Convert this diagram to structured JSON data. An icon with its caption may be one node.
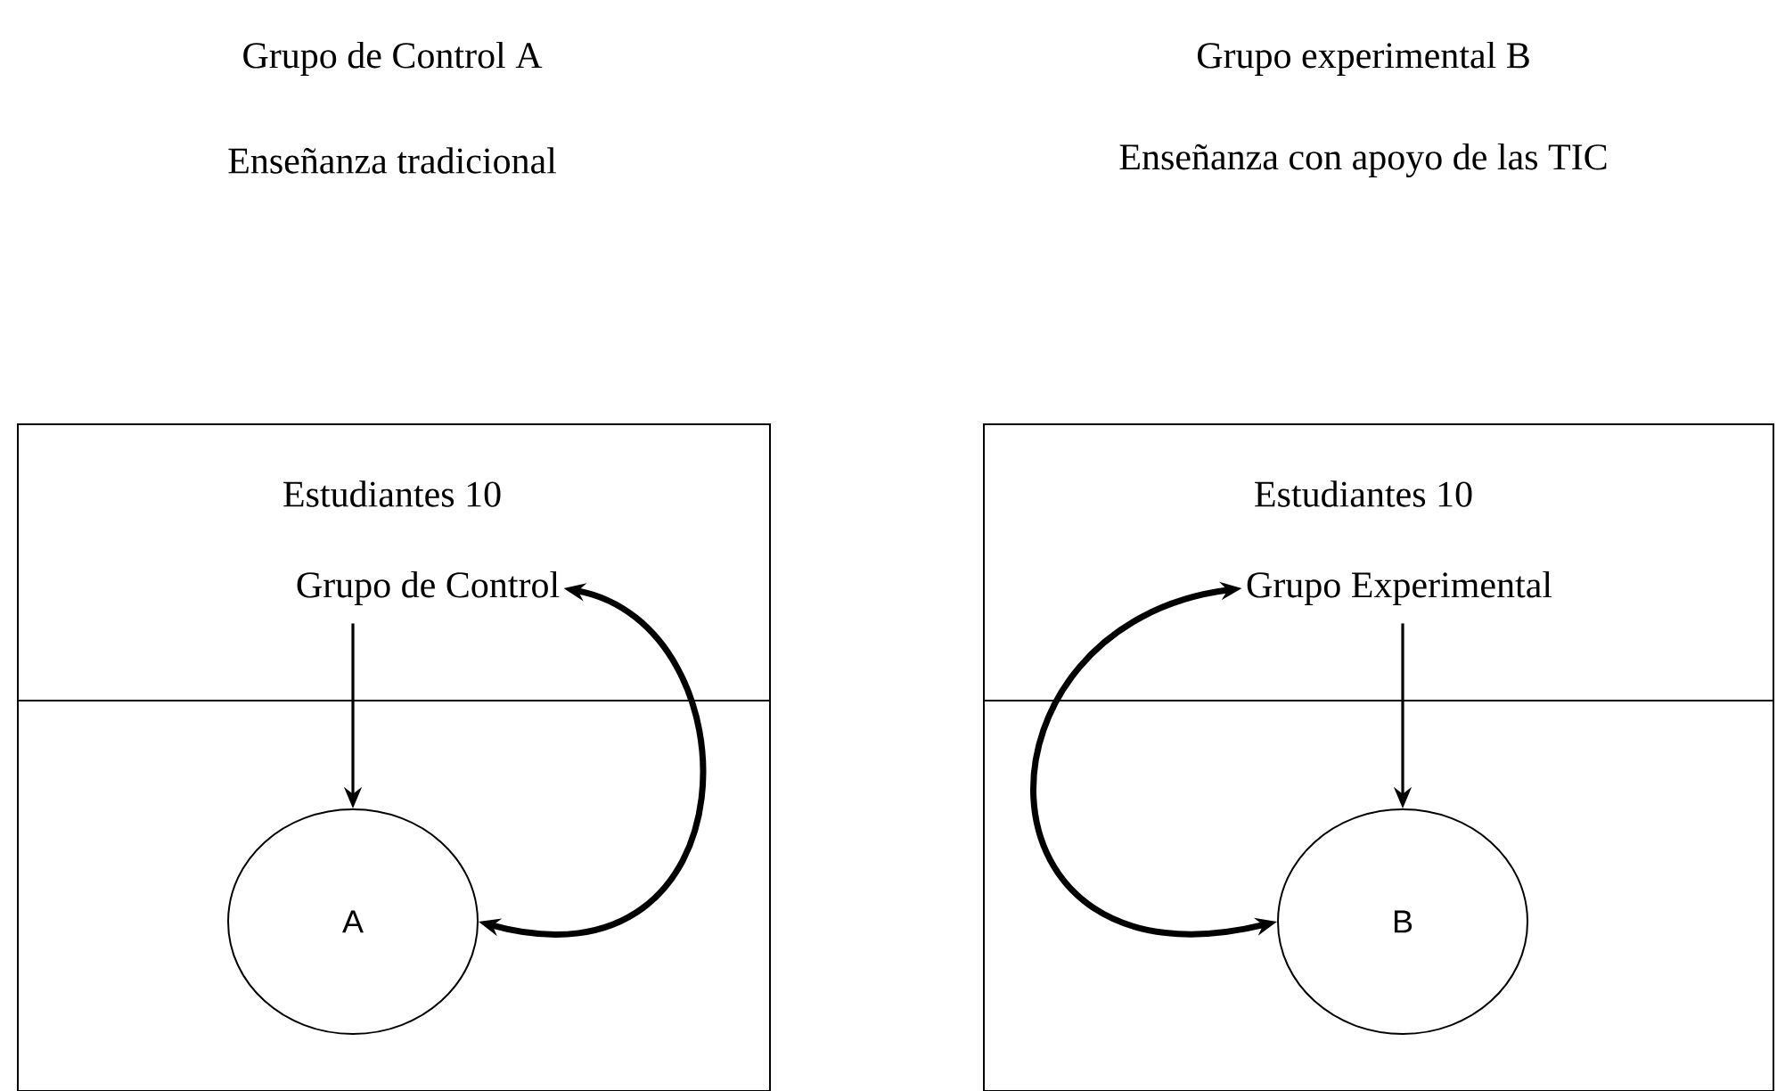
{
  "diagram": {
    "nodes": [
      {
        "text": [
          "Estudiantes 10"
        ]
      },
      {
        "text": [
          "Grupo de Control"
        ],
        "in": 0
      },
      {
        "text": [],
        "shape": "box"
      },
      {
        "text": [
          "A"
        ],
        "in": 2
      },
      {
        "text": [
          "Estudiantes 10"
        ]
      },
      {
        "text": [
          "Grupo Experimental"
        ],
        "in": 4
      },
      {
        "text": [],
        "shape": "box"
      },
      {
        "text": [
          "B"
        ],
        "in": 6
      }
    ],
    "edges": [
      {
        "from": 1,
        "to": 3,
        "arrow": "to"
      },
      {
        "from": 1,
        "to": 3,
        "arrow": "both",
        "style": "thick"
      },
      {
        "from": 5,
        "to": 7,
        "arrow": "to"
      },
      {
        "from": 5,
        "to": 7,
        "arrow": "both",
        "style": "thick"
      }
    ],
    "labels": [
      "Grupo de Control A",
      "Grupo experimental B",
      "Enseñanza tradicional",
      "Enseñanza con apoyo de las TIC"
    ]
  }
}
